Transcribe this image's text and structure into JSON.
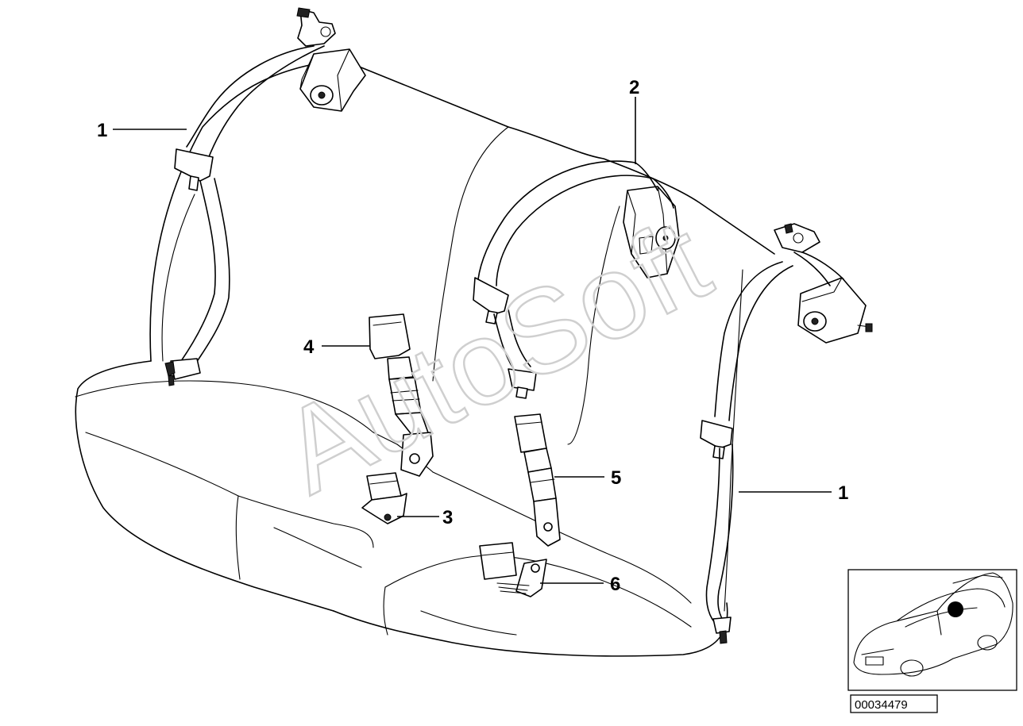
{
  "diagram": {
    "callouts": [
      {
        "id": "c1a",
        "label": "1"
      },
      {
        "id": "c2",
        "label": "2"
      },
      {
        "id": "c4",
        "label": "4"
      },
      {
        "id": "c3",
        "label": "3"
      },
      {
        "id": "c5",
        "label": "5"
      },
      {
        "id": "c6",
        "label": "6"
      },
      {
        "id": "c1b",
        "label": "1"
      }
    ],
    "watermark": "AutoSoft",
    "part_number": "00034479",
    "locator": {
      "marker_color": "#000000"
    }
  }
}
